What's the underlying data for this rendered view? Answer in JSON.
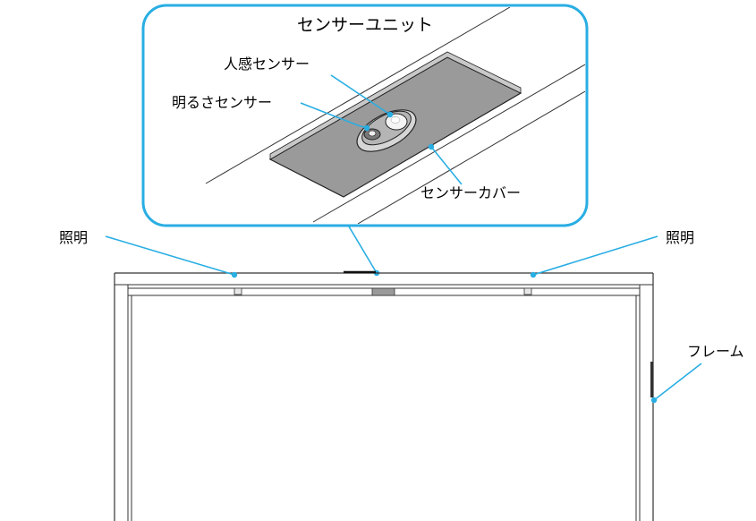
{
  "labels": {
    "sensor_unit": "センサーユニット",
    "motion_sensor": "人感センサー",
    "brightness_sensor": "明るさセンサー",
    "sensor_cover": "センサーカバー",
    "lighting_left": "照明",
    "lighting_right": "照明",
    "frame": "フレーム"
  },
  "colors": {
    "callout": "#29aee3",
    "line": "#333333",
    "cover_fill": "#9a9a9a",
    "background": "#ffffff"
  }
}
